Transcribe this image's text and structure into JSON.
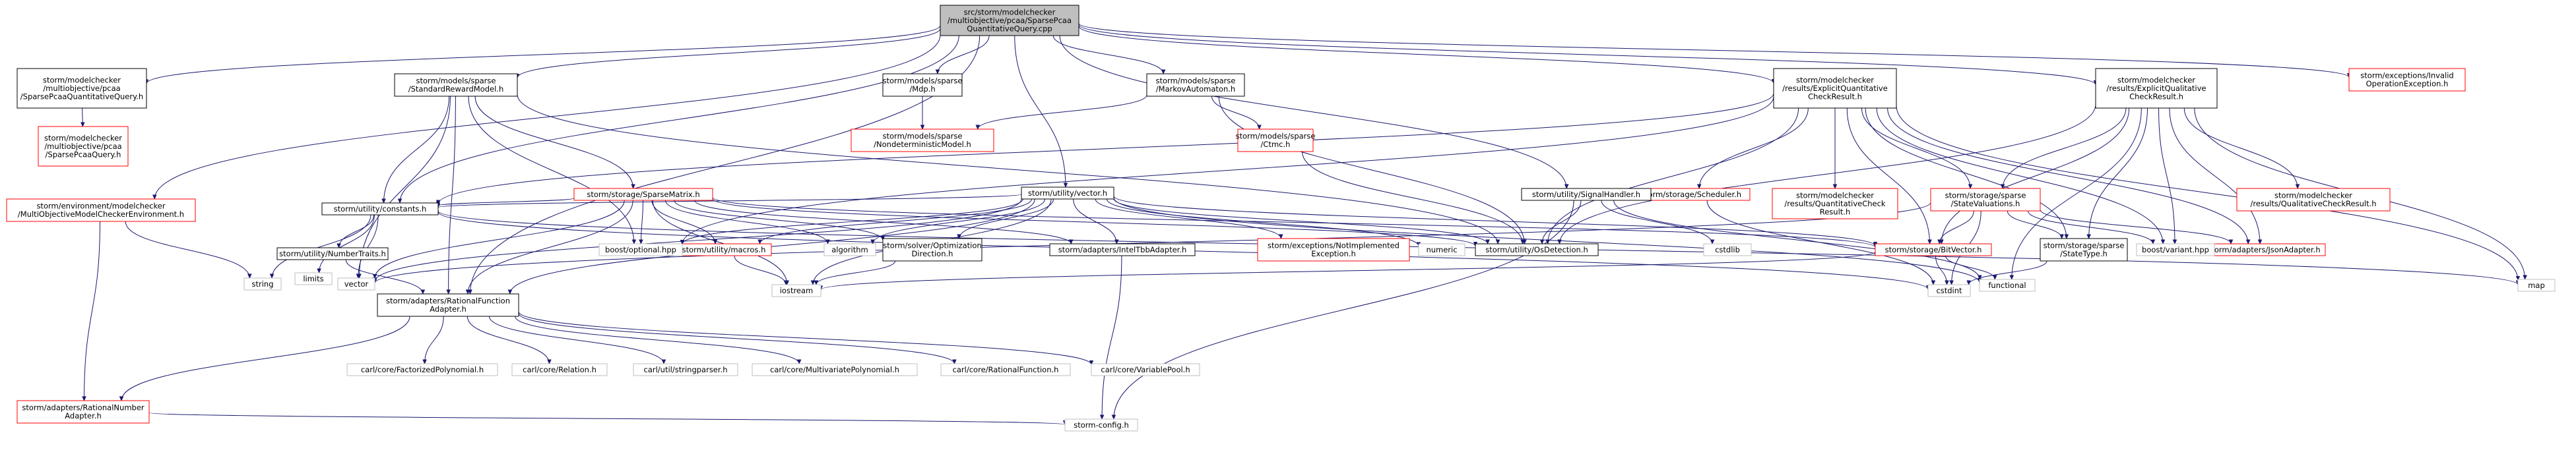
{
  "colors": {
    "root_fill": "#bfbfbf",
    "border_black": "#000000",
    "border_red": "#ff0000",
    "border_grey": "#bfbfbf",
    "edge": "#191970",
    "text": "#000000"
  },
  "nodes": {
    "root": {
      "lines": [
        "src/storm/modelchecker",
        "/multiobjective/pcaa/SparsePcaa",
        "QuantitativeQuery.cpp"
      ],
      "style": "root"
    },
    "sparsePcaaQQh": {
      "lines": [
        "storm/modelchecker",
        "/multiobjective/pcaa",
        "/SparsePcaaQuantitativeQuery.h"
      ],
      "style": "black"
    },
    "sparsePcaaQueryh": {
      "lines": [
        "storm/modelchecker",
        "/multiobjective/pcaa",
        "/SparsePcaaQuery.h"
      ],
      "style": "red"
    },
    "moEnv": {
      "lines": [
        "storm/environment/modelchecker",
        "/MultiObjectiveModelCheckerEnvironment.h"
      ],
      "style": "red"
    },
    "ratNumAdapter": {
      "lines": [
        "storm/adapters/RationalNumber",
        "Adapter.h"
      ],
      "style": "red"
    },
    "stdRewardModel": {
      "lines": [
        "storm/models/sparse",
        "/StandardRewardModel.h"
      ],
      "style": "black"
    },
    "sparseMatrix": {
      "lines": [
        "storm/storage/SparseMatrix.h"
      ],
      "style": "red"
    },
    "constants": {
      "lines": [
        "storm/utility/constants.h"
      ],
      "style": "black"
    },
    "numberTraits": {
      "lines": [
        "storm/utility/NumberTraits.h"
      ],
      "style": "black"
    },
    "ratFuncAdapter": {
      "lines": [
        "storm/adapters/RationalFunction",
        "Adapter.h"
      ],
      "style": "black"
    },
    "mdp": {
      "lines": [
        "storm/models/sparse",
        "/Mdp.h"
      ],
      "style": "black"
    },
    "nondetModel": {
      "lines": [
        "storm/models/sparse",
        "/NondeterministicModel.h"
      ],
      "style": "red"
    },
    "markovAut": {
      "lines": [
        "storm/models/sparse",
        "/MarkovAutomaton.h"
      ],
      "style": "black"
    },
    "ctmc": {
      "lines": [
        "storm/models/sparse",
        "/Ctmc.h"
      ],
      "style": "red"
    },
    "vectorh": {
      "lines": [
        "storm/utility/vector.h"
      ],
      "style": "black"
    },
    "macros": {
      "lines": [
        "storm/utility/macros.h"
      ],
      "style": "red"
    },
    "optDir": {
      "lines": [
        "storm/solver/Optimization",
        "Direction.h"
      ],
      "style": "black"
    },
    "intelTbb": {
      "lines": [
        "storm/adapters/IntelTbbAdapter.h"
      ],
      "style": "black"
    },
    "notImpl": {
      "lines": [
        "storm/exceptions/NotImplemented",
        "Exception.h"
      ],
      "style": "red"
    },
    "explQuant": {
      "lines": [
        "storm/modelchecker",
        "/results/ExplicitQuantitative",
        "CheckResult.h"
      ],
      "style": "black"
    },
    "scheduler": {
      "lines": [
        "storm/storage/Scheduler.h"
      ],
      "style": "red"
    },
    "quantCheck": {
      "lines": [
        "storm/modelchecker",
        "/results/QuantitativeCheck",
        "Result.h"
      ],
      "style": "red"
    },
    "signalHandler": {
      "lines": [
        "storm/utility/SignalHandler.h"
      ],
      "style": "black"
    },
    "osDetection": {
      "lines": [
        "storm/utility/OsDetection.h"
      ],
      "style": "black"
    },
    "explQual": {
      "lines": [
        "storm/modelchecker",
        "/results/ExplicitQualitative",
        "CheckResult.h"
      ],
      "style": "black"
    },
    "stateValuations": {
      "lines": [
        "storm/storage/sparse",
        "/StateValuations.h"
      ],
      "style": "red"
    },
    "bitVector": {
      "lines": [
        "storm/storage/BitVector.h"
      ],
      "style": "red"
    },
    "stateType": {
      "lines": [
        "storm/storage/sparse",
        "/StateType.h"
      ],
      "style": "black"
    },
    "qualCheck": {
      "lines": [
        "storm/modelchecker",
        "/results/QualitativeCheckResult.h"
      ],
      "style": "red"
    },
    "jsonAdapter": {
      "lines": [
        "storm/adapters/JsonAdapter.h"
      ],
      "style": "red"
    },
    "invalidOp": {
      "lines": [
        "storm/exceptions/Invalid",
        "OperationException.h"
      ],
      "style": "red"
    },
    "boostOptional": {
      "lines": [
        "boost/optional.hpp"
      ],
      "style": "grey"
    },
    "algorithm": {
      "lines": [
        "algorithm"
      ],
      "style": "grey"
    },
    "numeric": {
      "lines": [
        "numeric"
      ],
      "style": "grey"
    },
    "cstdlib": {
      "lines": [
        "cstdlib"
      ],
      "style": "grey"
    },
    "boostVariant": {
      "lines": [
        "boost/variant.hpp"
      ],
      "style": "grey"
    },
    "string": {
      "lines": [
        "string"
      ],
      "style": "grey"
    },
    "limits": {
      "lines": [
        "limits"
      ],
      "style": "grey"
    },
    "vector": {
      "lines": [
        "vector"
      ],
      "style": "grey"
    },
    "iostream": {
      "lines": [
        "iostream"
      ],
      "style": "grey"
    },
    "cstdint": {
      "lines": [
        "cstdint"
      ],
      "style": "grey"
    },
    "functional": {
      "lines": [
        "functional"
      ],
      "style": "grey"
    },
    "map": {
      "lines": [
        "map"
      ],
      "style": "grey"
    },
    "factPoly": {
      "lines": [
        "carl/core/FactorizedPolynomial.h"
      ],
      "style": "grey"
    },
    "relation": {
      "lines": [
        "carl/core/Relation.h"
      ],
      "style": "grey"
    },
    "stringparser": {
      "lines": [
        "carl/util/stringparser.h"
      ],
      "style": "grey"
    },
    "multiPoly": {
      "lines": [
        "carl/core/MultivariatePolynomial.h"
      ],
      "style": "grey"
    },
    "ratFunc": {
      "lines": [
        "carl/core/RationalFunction.h"
      ],
      "style": "grey"
    },
    "varPool": {
      "lines": [
        "carl/core/VariablePool.h"
      ],
      "style": "grey"
    },
    "stormConfig": {
      "lines": [
        "storm-config.h"
      ],
      "style": "grey"
    }
  },
  "edges": [
    [
      "root",
      "sparsePcaaQQh"
    ],
    [
      "root",
      "moEnv"
    ],
    [
      "root",
      "stdRewardModel"
    ],
    [
      "root",
      "mdp"
    ],
    [
      "root",
      "markovAut"
    ],
    [
      "root",
      "vectorh"
    ],
    [
      "root",
      "explQuant"
    ],
    [
      "root",
      "explQual"
    ],
    [
      "root",
      "invalidOp"
    ],
    [
      "root",
      "constants"
    ],
    [
      "root",
      "ratFuncAdapter"
    ],
    [
      "root",
      "signalHandler"
    ],
    [
      "sparsePcaaQQh",
      "sparsePcaaQueryh"
    ],
    [
      "moEnv",
      "string"
    ],
    [
      "moEnv",
      "ratNumAdapter"
    ],
    [
      "ratNumAdapter",
      "stormConfig"
    ],
    [
      "stdRewardModel",
      "sparseMatrix"
    ],
    [
      "stdRewardModel",
      "constants"
    ],
    [
      "stdRewardModel",
      "boostOptional"
    ],
    [
      "stdRewardModel",
      "vector"
    ],
    [
      "stdRewardModel",
      "ratFuncAdapter"
    ],
    [
      "stdRewardModel",
      "osDetection"
    ],
    [
      "sparseMatrix",
      "constants"
    ],
    [
      "sparseMatrix",
      "boostOptional"
    ],
    [
      "sparseMatrix",
      "macros"
    ],
    [
      "sparseMatrix",
      "algorithm"
    ],
    [
      "sparseMatrix",
      "optDir"
    ],
    [
      "sparseMatrix",
      "intelTbb"
    ],
    [
      "sparseMatrix",
      "bitVector"
    ],
    [
      "sparseMatrix",
      "vector"
    ],
    [
      "sparseMatrix",
      "iostream"
    ],
    [
      "sparseMatrix",
      "ratFuncAdapter"
    ],
    [
      "sparseMatrix",
      "osDetection"
    ],
    [
      "constants",
      "string"
    ],
    [
      "constants",
      "limits"
    ],
    [
      "constants",
      "vector"
    ],
    [
      "constants",
      "numberTraits"
    ],
    [
      "constants",
      "cstdint"
    ],
    [
      "constants",
      "map"
    ],
    [
      "numberTraits",
      "ratFuncAdapter"
    ],
    [
      "ratFuncAdapter",
      "ratNumAdapter"
    ],
    [
      "ratFuncAdapter",
      "factPoly"
    ],
    [
      "ratFuncAdapter",
      "relation"
    ],
    [
      "ratFuncAdapter",
      "stringparser"
    ],
    [
      "ratFuncAdapter",
      "multiPoly"
    ],
    [
      "ratFuncAdapter",
      "ratFunc"
    ],
    [
      "ratFuncAdapter",
      "varPool"
    ],
    [
      "mdp",
      "nondetModel"
    ],
    [
      "markovAut",
      "nondetModel"
    ],
    [
      "markovAut",
      "ctmc"
    ],
    [
      "markovAut",
      "osDetection"
    ],
    [
      "ctmc",
      "osDetection"
    ],
    [
      "vectorh",
      "constants"
    ],
    [
      "vectorh",
      "macros"
    ],
    [
      "vectorh",
      "algorithm"
    ],
    [
      "vectorh",
      "optDir"
    ],
    [
      "vectorh",
      "intelTbb"
    ],
    [
      "vectorh",
      "notImpl"
    ],
    [
      "vectorh",
      "numeric"
    ],
    [
      "vectorh",
      "iostream"
    ],
    [
      "vectorh",
      "vector"
    ],
    [
      "vectorh",
      "functional"
    ],
    [
      "vectorh",
      "ratFuncAdapter"
    ],
    [
      "vectorh",
      "osDetection"
    ],
    [
      "vectorh",
      "boostOptional"
    ],
    [
      "vectorh",
      "bitVector"
    ],
    [
      "macros",
      "iostream"
    ],
    [
      "optDir",
      "iostream"
    ],
    [
      "intelTbb",
      "stormConfig"
    ],
    [
      "explQuant",
      "scheduler"
    ],
    [
      "explQuant",
      "quantCheck"
    ],
    [
      "explQuant",
      "stateValuations"
    ],
    [
      "explQuant",
      "stateType"
    ],
    [
      "explQuant",
      "boostVariant"
    ],
    [
      "explQuant",
      "jsonAdapter"
    ],
    [
      "explQuant",
      "osDetection"
    ],
    [
      "explQuant",
      "map"
    ],
    [
      "explQuant",
      "boostOptional"
    ],
    [
      "explQuant",
      "bitVector"
    ],
    [
      "explQuant",
      "constants"
    ],
    [
      "scheduler",
      "cstdint"
    ],
    [
      "signalHandler",
      "osDetection"
    ],
    [
      "signalHandler",
      "cstdlib"
    ],
    [
      "signalHandler",
      "functional"
    ],
    [
      "signalHandler",
      "stormConfig"
    ],
    [
      "explQual",
      "stateValuations"
    ],
    [
      "explQual",
      "stateType"
    ],
    [
      "explQual",
      "qualCheck"
    ],
    [
      "explQual",
      "jsonAdapter"
    ],
    [
      "explQual",
      "boostVariant"
    ],
    [
      "explQual",
      "bitVector"
    ],
    [
      "explQual",
      "osDetection"
    ],
    [
      "explQual",
      "map"
    ],
    [
      "explQual",
      "functional"
    ],
    [
      "stateValuations",
      "bitVector"
    ],
    [
      "stateValuations",
      "stateType"
    ],
    [
      "stateValuations",
      "boostVariant"
    ],
    [
      "stateValuations",
      "jsonAdapter"
    ],
    [
      "stateValuations",
      "cstdint"
    ],
    [
      "stateValuations",
      "vector"
    ],
    [
      "bitVector",
      "cstdint"
    ],
    [
      "bitVector",
      "functional"
    ],
    [
      "bitVector",
      "iostream"
    ],
    [
      "stateType",
      "cstdint"
    ]
  ]
}
